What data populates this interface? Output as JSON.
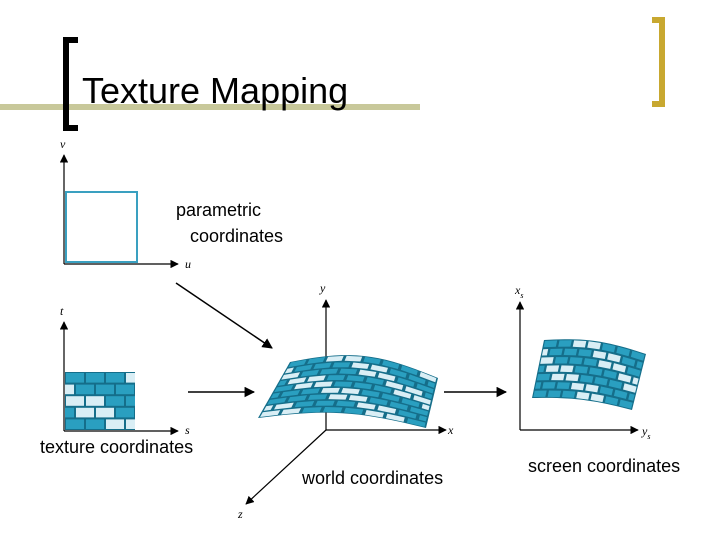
{
  "slide": {
    "title": "Texture Mapping",
    "accent_color": "#c8c89a",
    "bracket_color": "#c8a830",
    "tile_color": "#2a9fc0",
    "tile_light": "#d9eef5",
    "tile_dark": "#156e8a"
  },
  "labels": {
    "parametric": "parametric",
    "parametric2": "coordinates",
    "texture": "texture coordinates",
    "world": "world coordinates",
    "screen": "screen coordinates"
  },
  "axes": {
    "param_v": "v",
    "param_u": "u",
    "tex_t": "t",
    "tex_s": "s",
    "world_y": "y",
    "world_x": "x",
    "world_z": "z",
    "screen_x": "x",
    "screen_x_sub": "s",
    "screen_y": "y",
    "screen_y_sub": "s"
  }
}
